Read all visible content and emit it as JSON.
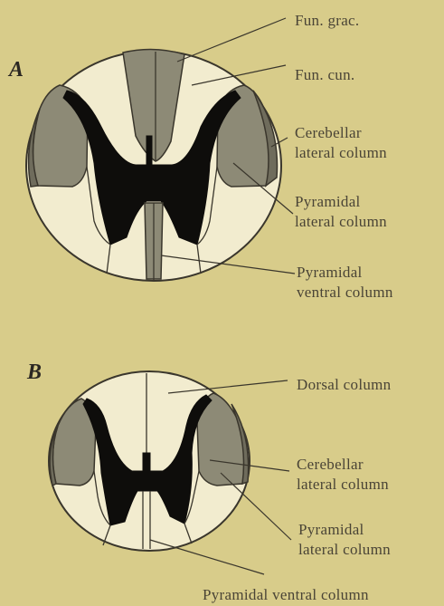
{
  "figure_a": {
    "letter": "A",
    "labels": {
      "fun_grac": "Fun. grac.",
      "fun_cun": "Fun. cun.",
      "cerebellar_1": "Cerebellar",
      "cerebellar_2": "lateral column",
      "pyramidal_lat_1": "Pyramidal",
      "pyramidal_lat_2": "lateral column",
      "pyramidal_ven_1": "Pyramidal",
      "pyramidal_ven_2": "ventral column"
    }
  },
  "figure_b": {
    "letter": "B",
    "labels": {
      "dorsal": "Dorsal column",
      "cerebellar_1": "Cerebellar",
      "cerebellar_2": "lateral column",
      "pyramidal_lat_1": "Pyramidal",
      "pyramidal_lat_2": "lateral column",
      "pyramidal_ven": "Pyramidal ventral column"
    }
  },
  "colors": {
    "background": "#d8cc8a",
    "white_matter": "#f2eccf",
    "tract_gray": "#8d8a76",
    "gray_matter": "#0e0d0b"
  }
}
